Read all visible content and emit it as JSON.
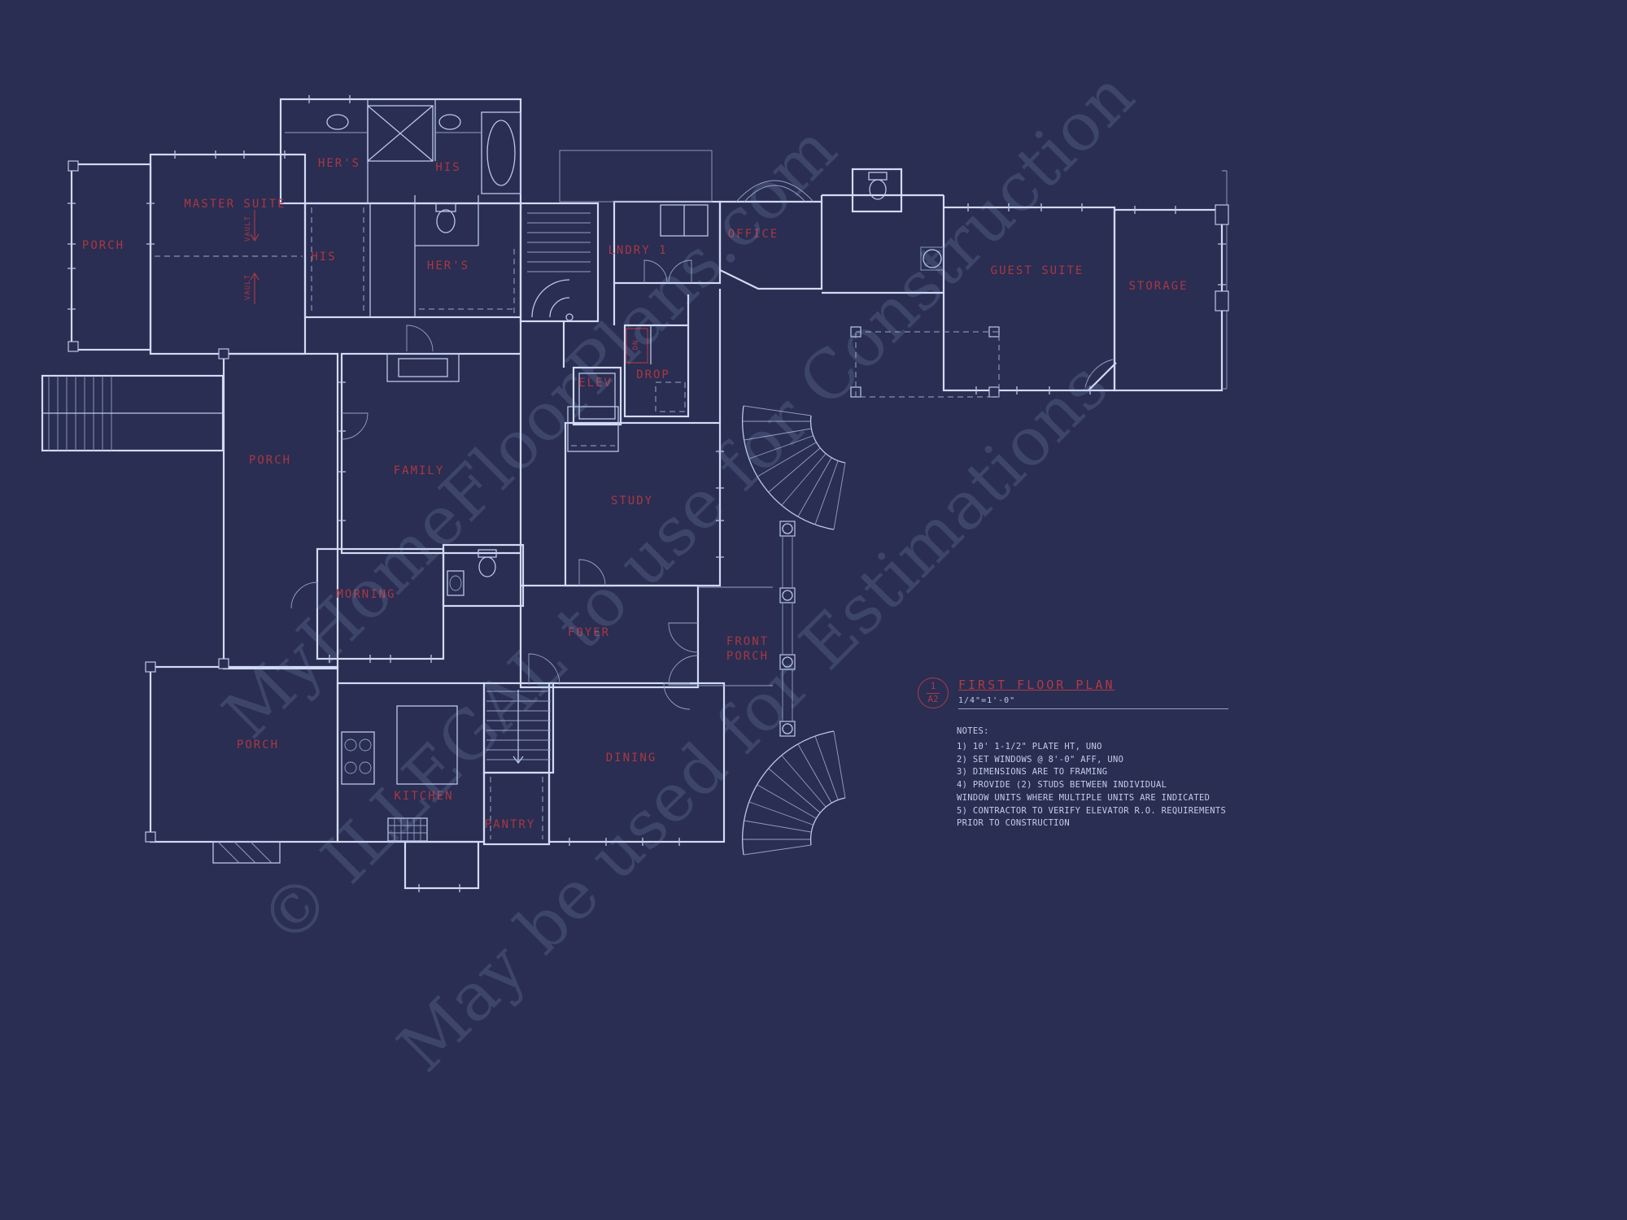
{
  "sheet": {
    "background": "#292e52",
    "line_color": "#d2dbf5",
    "label_color": "#a93744"
  },
  "rooms": [
    {
      "label": "PORCH"
    },
    {
      "label": "MASTER SUITE"
    },
    {
      "label": "HER'S"
    },
    {
      "label": "HIS"
    },
    {
      "label": "HIS"
    },
    {
      "label": "HER'S"
    },
    {
      "label": "LNDRY 1"
    },
    {
      "label": "OFFICE"
    },
    {
      "label": "GUEST SUITE"
    },
    {
      "label": "STORAGE"
    },
    {
      "label": "ELEV"
    },
    {
      "label": "DROP"
    },
    {
      "label": "PORCH"
    },
    {
      "label": "FAMILY"
    },
    {
      "label": "STUDY"
    },
    {
      "label": "MORNING"
    },
    {
      "label": "FOYER"
    },
    {
      "label": "FRONT\nPORCH"
    },
    {
      "label": "PORCH"
    },
    {
      "label": "KITCHEN"
    },
    {
      "label": "PANTRY"
    },
    {
      "label": "DINING"
    },
    {
      "label": "VAULT"
    },
    {
      "label": "VAULT"
    },
    {
      "label": "DN"
    }
  ],
  "watermark": {
    "line1": "MyHomeFloorPlans.com",
    "line2": "© ILLEGAL to use for Construction",
    "line3": "May be used for Estimations"
  },
  "title_block": {
    "callout_number": "1",
    "callout_sheet": "A2",
    "title": "FIRST FLOOR PLAN",
    "scale": "1/4\"=1'-0\"",
    "notes_heading": "NOTES:",
    "notes": [
      "1)  10' 1-1/2\" PLATE HT, UNO",
      "2)  SET WINDOWS @ 8'-0\" AFF, UNO",
      "3)  DIMENSIONS ARE TO FRAMING",
      "4)  PROVIDE (2) STUDS BETWEEN INDIVIDUAL\n      WINDOW UNITS WHERE MULTIPLE UNITS ARE INDICATED",
      "5)  CONTRACTOR TO VERIFY ELEVATOR R.O. REQUIREMENTS\n      PRIOR TO CONSTRUCTION"
    ]
  }
}
